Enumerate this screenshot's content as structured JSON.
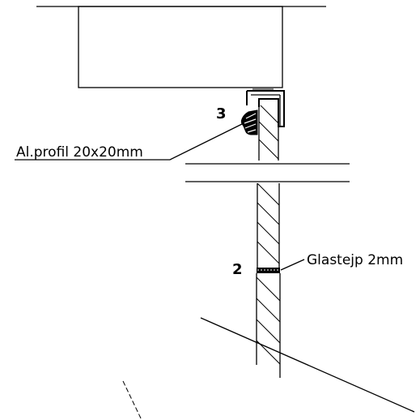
{
  "labels": {
    "profile_text": "Al.profil 20x20mm",
    "tape_text": "Glastejp 2mm",
    "number_3": "3",
    "number_2": "2"
  }
}
